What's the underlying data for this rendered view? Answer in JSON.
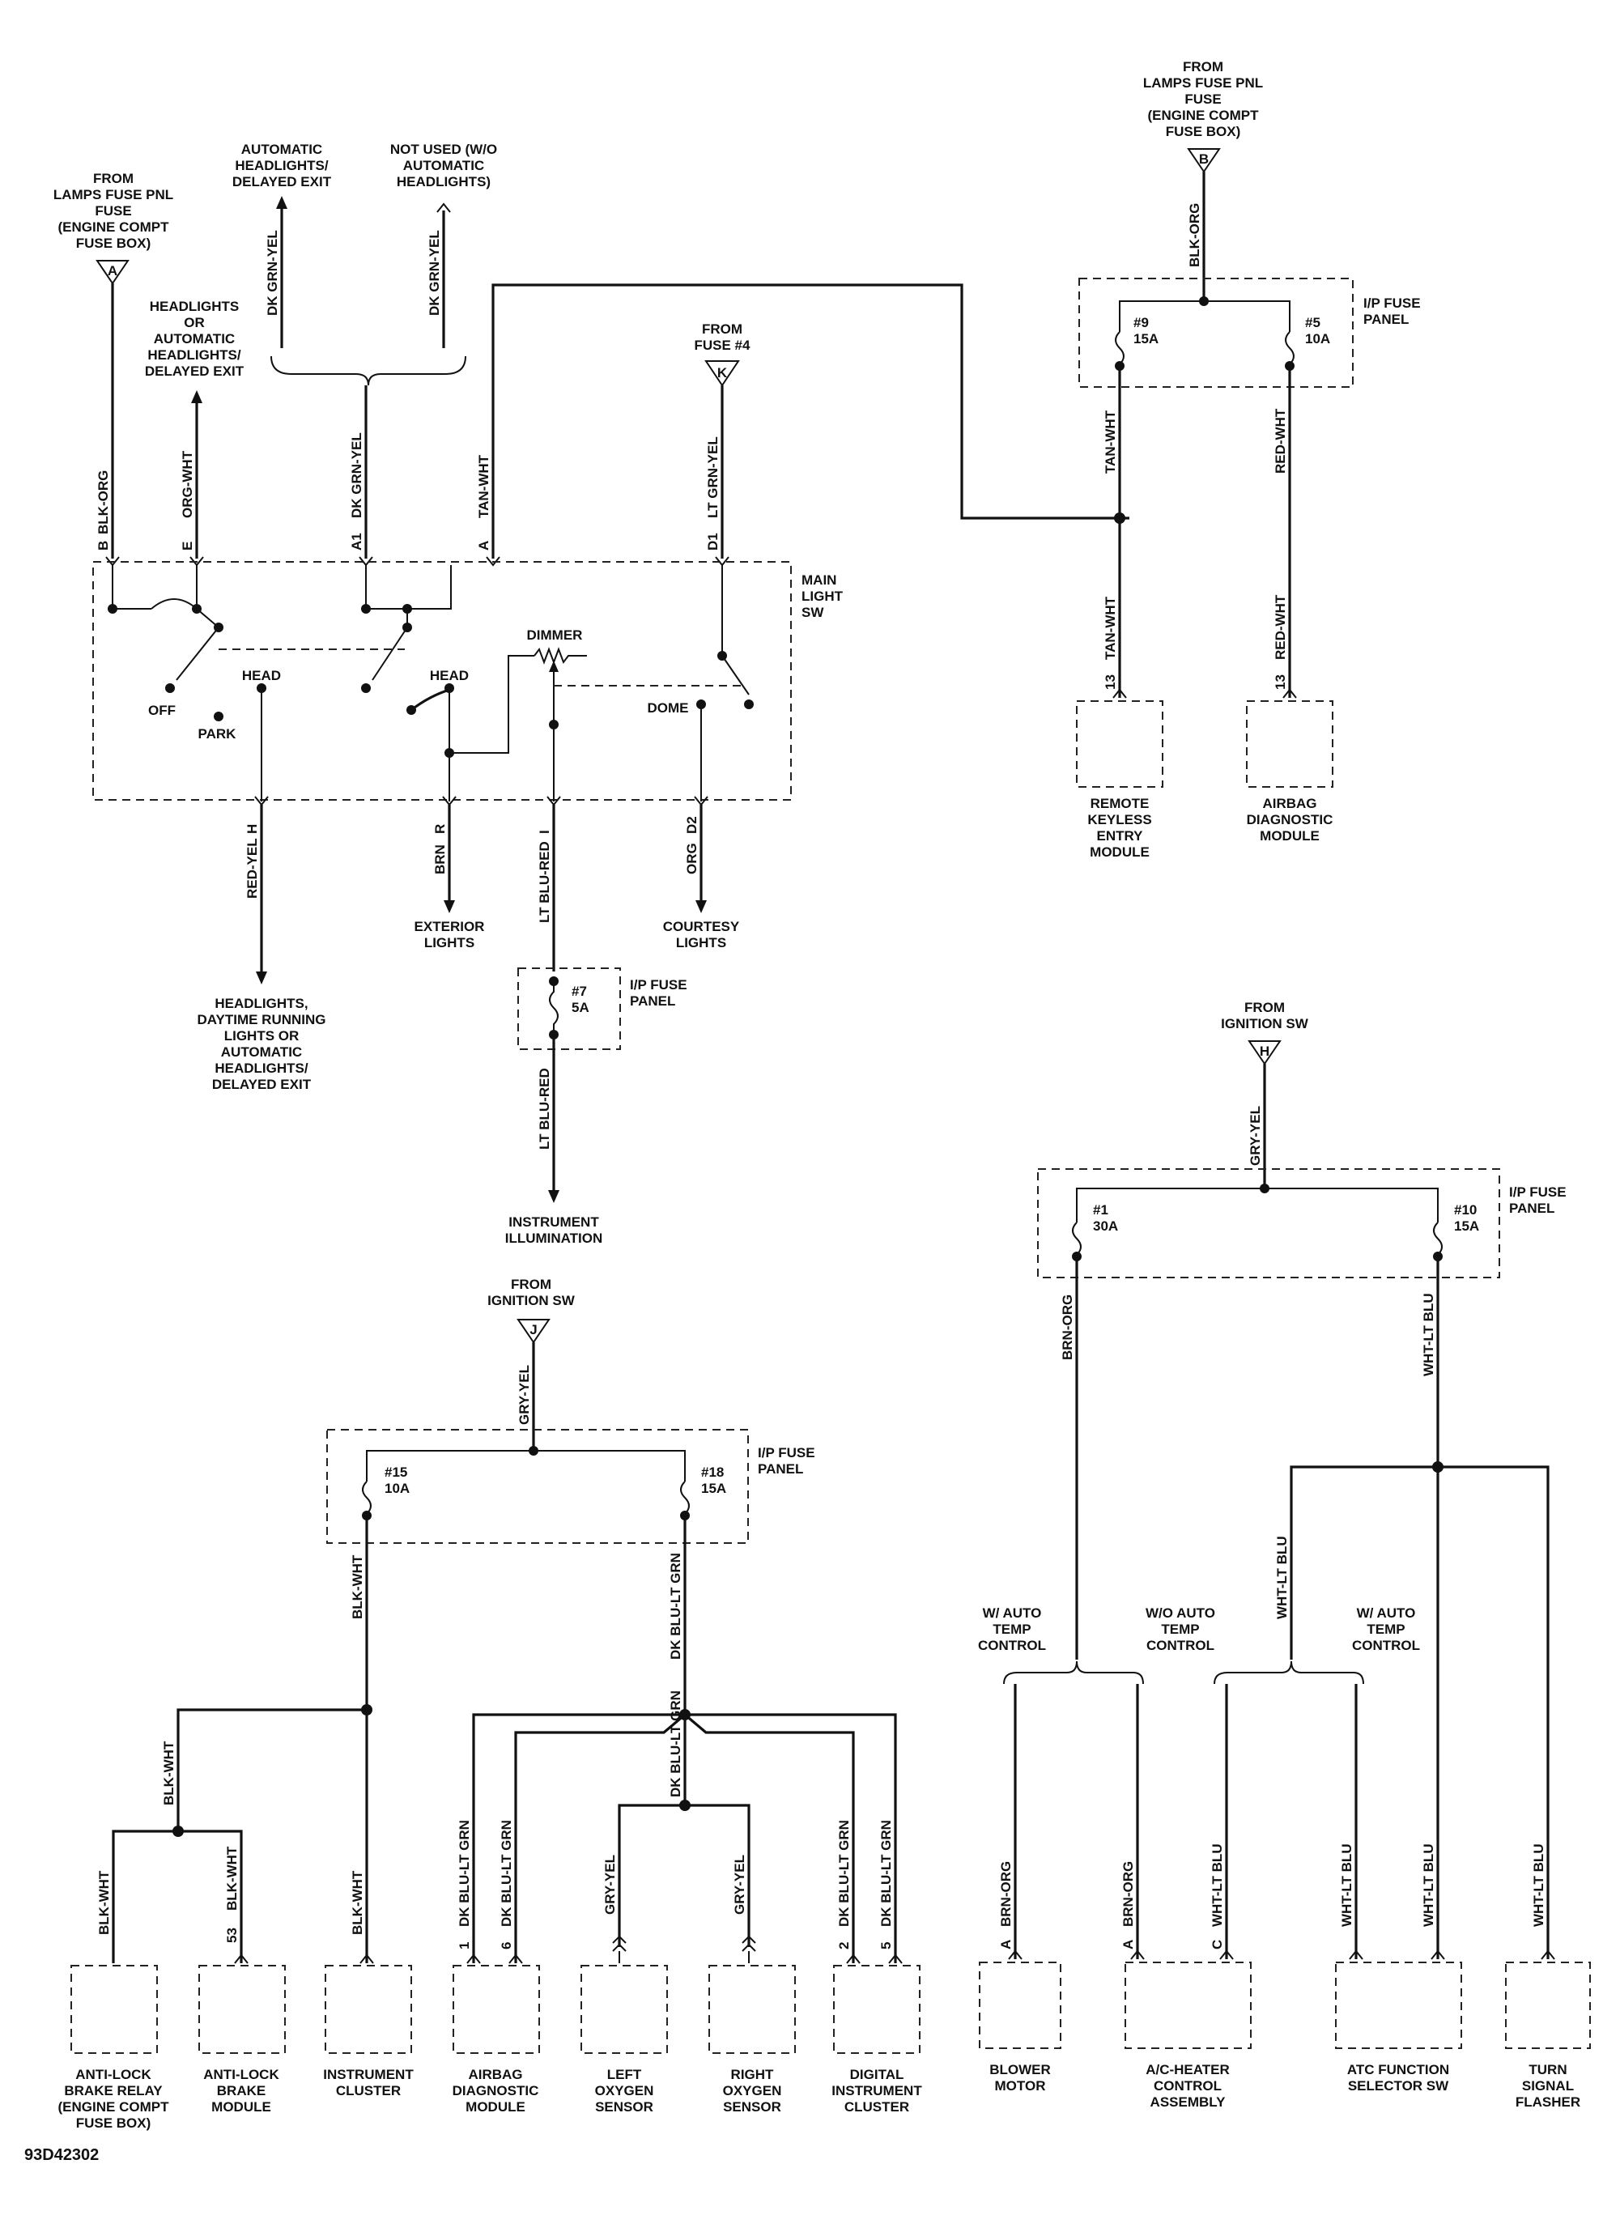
{
  "figure_id": "93D42302",
  "sources": {
    "A": {
      "letter": "A",
      "text": [
        "FROM",
        "LAMPS FUSE PNL",
        "FUSE",
        "(ENGINE COMPT",
        "FUSE BOX)"
      ]
    },
    "B": {
      "letter": "B",
      "text": [
        "FROM",
        "LAMPS FUSE PNL",
        "FUSE",
        "(ENGINE COMPT",
        "FUSE BOX)"
      ]
    },
    "K": {
      "letter": "K",
      "text": [
        "FROM",
        "FUSE #4"
      ]
    },
    "H": {
      "letter": "H",
      "text": [
        "FROM",
        "IGNITION SW"
      ]
    },
    "J": {
      "letter": "J",
      "text": [
        "FROM",
        "IGNITION SW"
      ]
    }
  },
  "fuse_panel_label": [
    "I/P FUSE",
    "PANEL"
  ],
  "fuses": {
    "f9": {
      "num": "#9",
      "amp": "15A"
    },
    "f5": {
      "num": "#5",
      "amp": "10A"
    },
    "f7": {
      "num": "#7",
      "amp": "5A"
    },
    "f1": {
      "num": "#1",
      "amp": "30A"
    },
    "f10": {
      "num": "#10",
      "amp": "15A"
    },
    "f15": {
      "num": "#15",
      "amp": "10A"
    },
    "f18": {
      "num": "#18",
      "amp": "15A"
    }
  },
  "main_switch": {
    "label": [
      "MAIN",
      "LIGHT",
      "SW"
    ],
    "dimmer": "DIMMER",
    "off": "OFF",
    "park": "PARK",
    "head1": "HEAD",
    "head2": "HEAD",
    "dome": "DOME"
  },
  "wires": {
    "blk_org": "BLK-ORG",
    "org_wht": "ORG-WHT",
    "dk_grn_yel": "DK GRN-YEL",
    "tan_wht": "TAN-WHT",
    "lt_grn_yel": "LT GRN-YEL",
    "red_yel": "RED-YEL",
    "brn": "BRN",
    "lt_blu_red": "LT BLU-RED",
    "org": "ORG",
    "red_wht": "RED-WHT",
    "gry_yel": "GRY-YEL",
    "brn_org": "BRN-ORG",
    "wht_lt_blu": "WHT-LT BLU",
    "blk_wht": "BLK-WHT",
    "dk_blu_lt_grn": "DK BLU-LT GRN"
  },
  "pins": {
    "B": "B",
    "E": "E",
    "A1": "A1",
    "A": "A",
    "D1": "D1",
    "H": "H",
    "R": "R",
    "I": "I",
    "D2": "D2",
    "p13": "13",
    "p53": "53",
    "p1": "1",
    "p6": "6",
    "p2": "2",
    "p5": "5",
    "C": "C"
  },
  "destinations": {
    "auto_headlights": [
      "AUTOMATIC",
      "HEADLIGHTS/",
      "DELAYED EXIT"
    ],
    "not_used": [
      "NOT USED (W/O",
      "AUTOMATIC",
      "HEADLIGHTS)"
    ],
    "headlights_or_auto": [
      "HEADLIGHTS",
      "OR",
      "AUTOMATIC",
      "HEADLIGHTS/",
      "DELAYED EXIT"
    ],
    "headlights_drl": [
      "HEADLIGHTS,",
      "DAYTIME RUNNING",
      "LIGHTS OR",
      "AUTOMATIC",
      "HEADLIGHTS/",
      "DELAYED EXIT"
    ],
    "exterior_lights": [
      "EXTERIOR",
      "LIGHTS"
    ],
    "courtesy_lights": [
      "COURTESY",
      "LIGHTS"
    ],
    "instrument_illumination": [
      "INSTRUMENT",
      "ILLUMINATION"
    ]
  },
  "components": {
    "rke": [
      "REMOTE",
      "KEYLESS",
      "ENTRY",
      "MODULE"
    ],
    "airbag_top": [
      "AIRBAG",
      "DIAGNOSTIC",
      "MODULE"
    ],
    "abs_relay": [
      "ANTI-LOCK",
      "BRAKE RELAY",
      "(ENGINE COMPT",
      "FUSE BOX)"
    ],
    "abs_module": [
      "ANTI-LOCK",
      "BRAKE",
      "MODULE"
    ],
    "instrument_cluster": [
      "INSTRUMENT",
      "CLUSTER"
    ],
    "airbag_bottom": [
      "AIRBAG",
      "DIAGNOSTIC",
      "MODULE"
    ],
    "left_o2": [
      "LEFT",
      "OXYGEN",
      "SENSOR"
    ],
    "right_o2": [
      "RIGHT",
      "OXYGEN",
      "SENSOR"
    ],
    "digital_cluster": [
      "DIGITAL",
      "INSTRUMENT",
      "CLUSTER"
    ],
    "blower": [
      "BLOWER",
      "MOTOR"
    ],
    "ac_heater": [
      "A/C-HEATER",
      "CONTROL",
      "ASSEMBLY"
    ],
    "atc": [
      "ATC FUNCTION",
      "SELECTOR SW"
    ],
    "flasher": [
      "TURN",
      "SIGNAL",
      "FLASHER"
    ]
  },
  "options": {
    "w_auto_left": [
      "W/ AUTO",
      "TEMP",
      "CONTROL"
    ],
    "wo_auto": [
      "W/O AUTO",
      "TEMP",
      "CONTROL"
    ],
    "w_auto_right": [
      "W/ AUTO",
      "TEMP",
      "CONTROL"
    ]
  }
}
